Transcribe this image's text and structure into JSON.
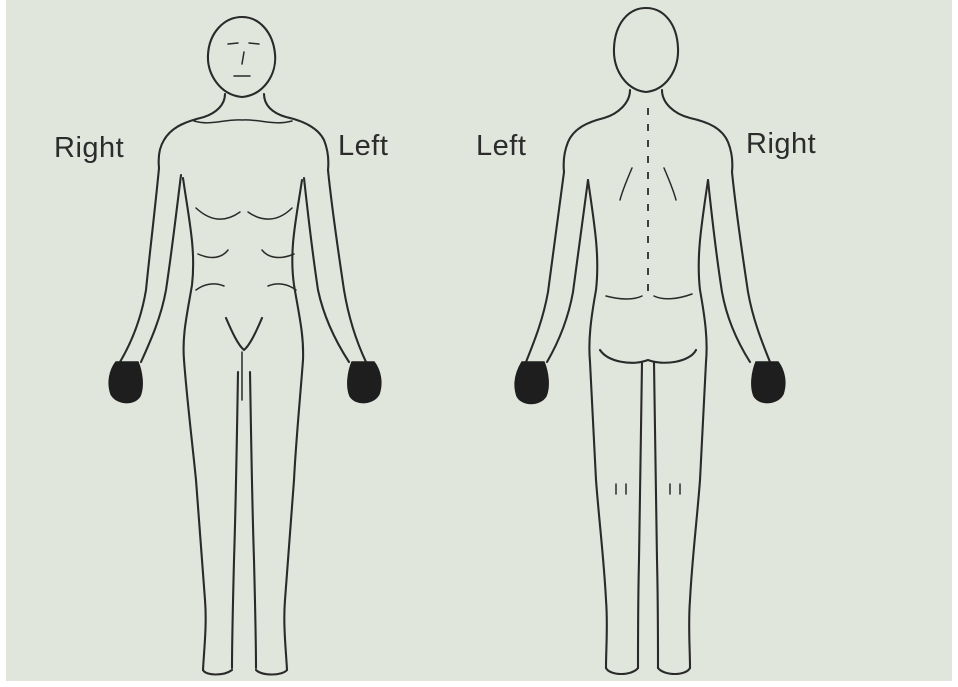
{
  "front_figure": {
    "label_right": "Right",
    "label_left": "Left"
  },
  "back_figure": {
    "label_left": "Left",
    "label_right": "Right"
  },
  "colors": {
    "background": "#e1e6dd",
    "line": "#2a2a2a"
  }
}
